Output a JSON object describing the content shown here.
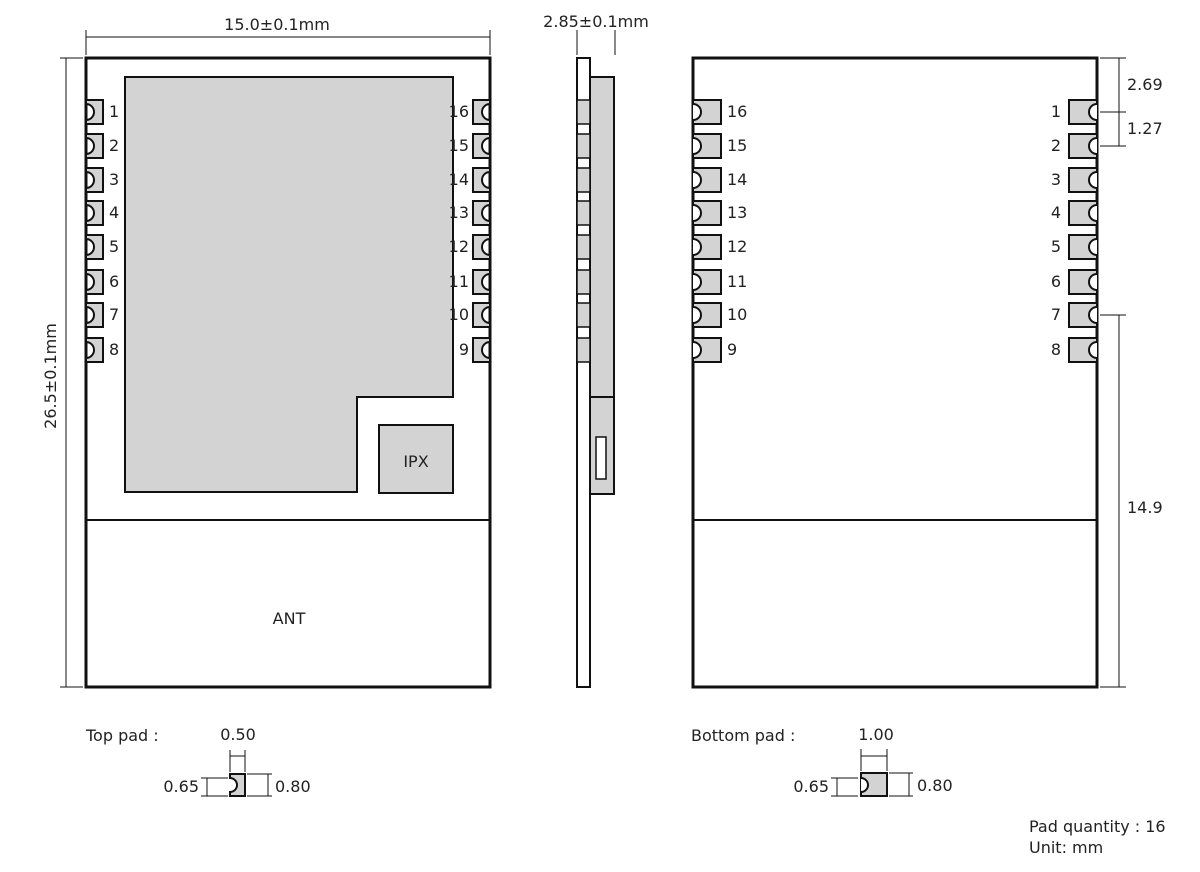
{
  "top_view": {
    "width_dim": "15.0±0.1mm",
    "height_dim": "26.5±0.1mm",
    "left_pins": [
      "1",
      "2",
      "3",
      "4",
      "5",
      "6",
      "7",
      "8"
    ],
    "right_pins": [
      "16",
      "15",
      "14",
      "13",
      "12",
      "11",
      "10",
      "9"
    ],
    "connector_label": "IPX",
    "antenna_label": "ANT"
  },
  "side_view": {
    "thickness_dim": "2.85±0.1mm"
  },
  "bottom_view": {
    "left_pins": [
      "16",
      "15",
      "14",
      "13",
      "12",
      "11",
      "10",
      "9"
    ],
    "right_pins": [
      "1",
      "2",
      "3",
      "4",
      "5",
      "6",
      "7",
      "8"
    ],
    "dim_top_offset": "2.69",
    "dim_pitch": "1.27",
    "dim_antenna_area": "14.9"
  },
  "top_pad": {
    "title": "Top pad :",
    "width": "0.50",
    "length": "0.65",
    "height": "0.80"
  },
  "bottom_pad": {
    "title": "Bottom pad :",
    "width": "1.00",
    "length": "0.65",
    "height": "0.80"
  },
  "notes": {
    "pad_quantity": "Pad quantity : 16",
    "unit": "Unit:  mm"
  },
  "colors": {
    "outline": "#111111",
    "fill": "#d3d3d3",
    "text": "#222222"
  }
}
